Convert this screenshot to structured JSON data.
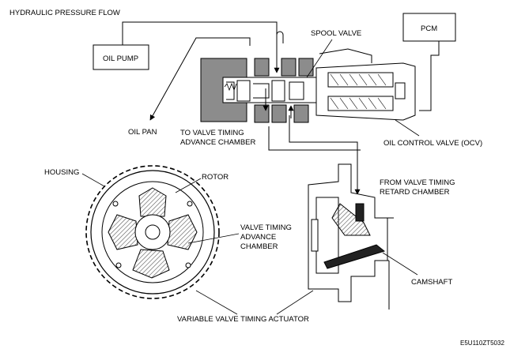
{
  "title": "HYDRAULIC PRESSURE FLOW",
  "labels": {
    "oil_pump": "OIL PUMP",
    "pcm": "PCM",
    "spool_valve": "SPOOL VALVE",
    "oil_pan": "OIL PAN",
    "to_advance_1": "TO VALVE TIMING",
    "to_advance_2": "ADVANCE CHAMBER",
    "ocv": "OIL CONTROL VALVE (OCV)",
    "housing": "HOUSING",
    "rotor": "ROTOR",
    "from_retard_1": "FROM VALVE TIMING",
    "from_retard_2": "RETARD CHAMBER",
    "vt_advance_1": "VALVE TIMING",
    "vt_advance_2": "ADVANCE",
    "vt_advance_3": "CHAMBER",
    "camshaft": "CAMSHAFT",
    "vvt_actuator": "VARIABLE VALVE TIMING ACTUATOR",
    "figure_code": "E5U110ZT5032"
  }
}
